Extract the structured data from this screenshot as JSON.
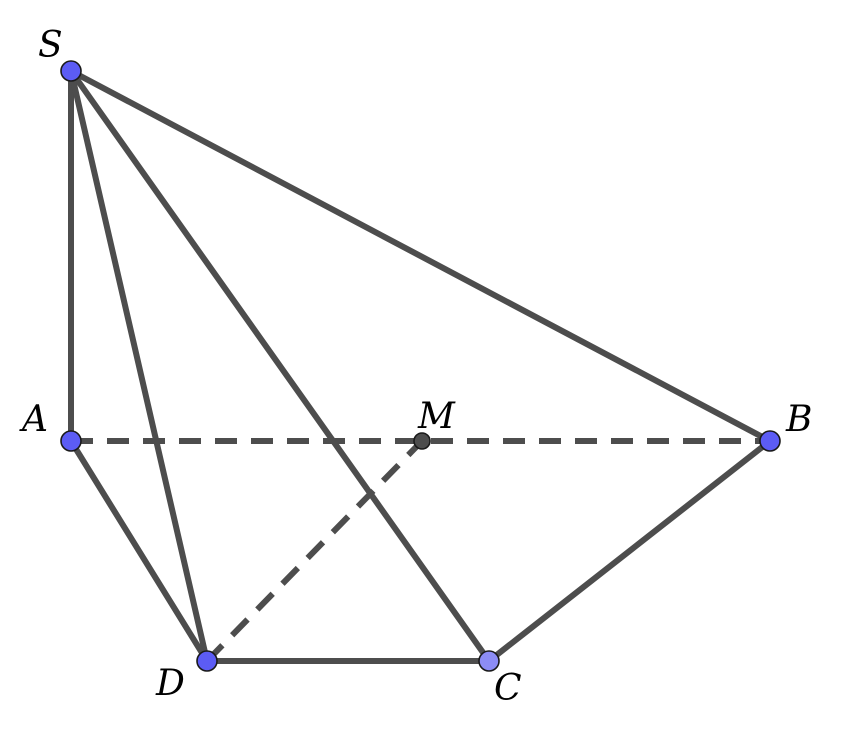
{
  "diagram": {
    "points": [
      {
        "id": "S",
        "label": "S",
        "color": "#5c5cf5"
      },
      {
        "id": "A",
        "label": "A",
        "color": "#5c5cf5"
      },
      {
        "id": "B",
        "label": "B",
        "color": "#5c5cf5"
      },
      {
        "id": "C",
        "label": "C",
        "color": "#8c8cf5"
      },
      {
        "id": "D",
        "label": "D",
        "color": "#5c5cf5"
      },
      {
        "id": "M",
        "label": "M",
        "color": "#4d4d4d"
      }
    ],
    "edges": [
      {
        "from": "S",
        "to": "A",
        "style": "solid"
      },
      {
        "from": "S",
        "to": "B",
        "style": "solid"
      },
      {
        "from": "S",
        "to": "C",
        "style": "solid"
      },
      {
        "from": "S",
        "to": "D",
        "style": "solid"
      },
      {
        "from": "A",
        "to": "D",
        "style": "solid"
      },
      {
        "from": "D",
        "to": "C",
        "style": "solid"
      },
      {
        "from": "C",
        "to": "B",
        "style": "solid"
      },
      {
        "from": "A",
        "to": "B",
        "style": "dashed"
      },
      {
        "from": "D",
        "to": "M",
        "style": "dashed"
      }
    ],
    "line_color": "#4d4d4d"
  }
}
